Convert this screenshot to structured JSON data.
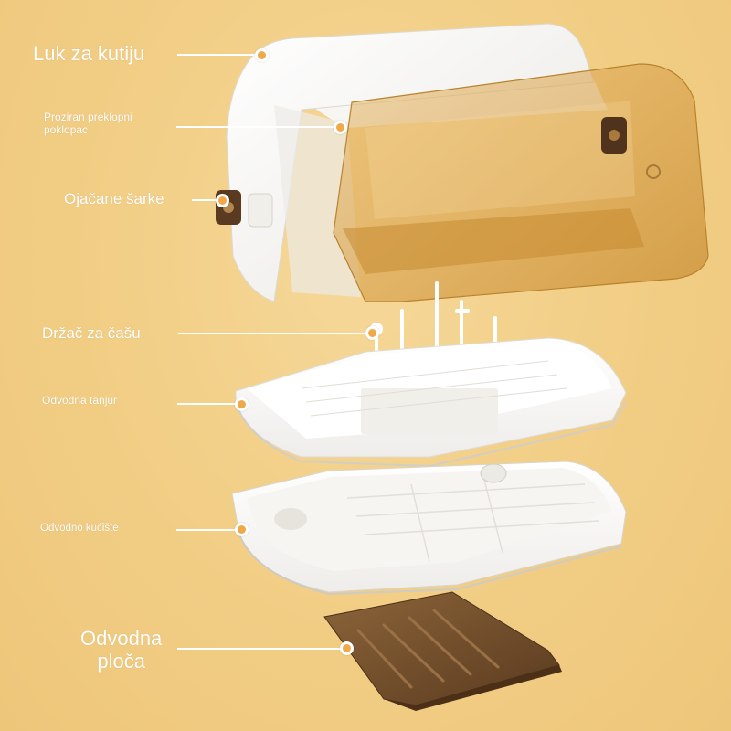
{
  "colors": {
    "background": "#f2cf87",
    "callout_dot": "#f0a94a",
    "lid_amber": "#d9a24b",
    "drain_board": "#6e4a2a"
  },
  "callouts": {
    "box_arch": "Luk za kutiju",
    "transparent_lid": "Proziran preklopni\npoklopac",
    "hinges": "Ojačane šarke",
    "cup_holder": "Držač za čašu",
    "drain_tray": "Odvodna tanjur",
    "drain_housing": "Odvodno kućište",
    "drain_board": "Odvodna\nploča"
  }
}
